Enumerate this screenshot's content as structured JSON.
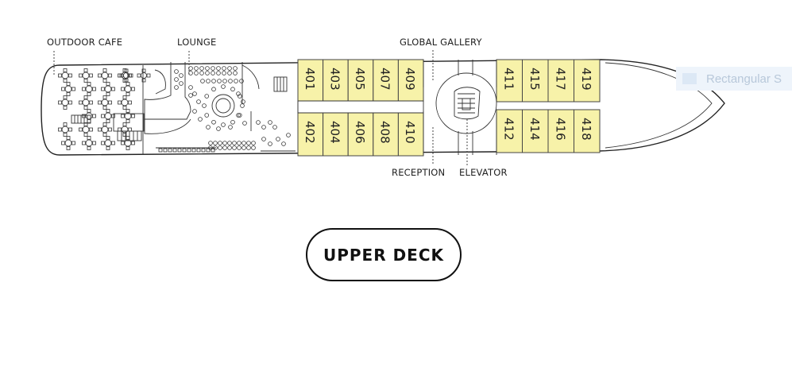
{
  "labels": {
    "outdoor_cafe": "OUTDOOR CAFE",
    "lounge": "LOUNGE",
    "global_gallery": "GLOBAL GALLERY",
    "reception": "RECEPTION",
    "elevator": "ELEVATOR"
  },
  "cabins": {
    "top_row_left": [
      "401",
      "403",
      "405",
      "407",
      "409"
    ],
    "bottom_row_left": [
      "402",
      "404",
      "406",
      "408",
      "410"
    ],
    "top_row_right": [
      "411",
      "415",
      "417",
      "419"
    ],
    "bottom_row_right": [
      "412",
      "414",
      "416",
      "418"
    ]
  },
  "deck_button": {
    "label": "UPPER DECK"
  },
  "ghost_tooltip": {
    "label": "Rectangular S"
  },
  "colors": {
    "cabin_fill": "#f7f2a9",
    "outline": "#222222"
  }
}
